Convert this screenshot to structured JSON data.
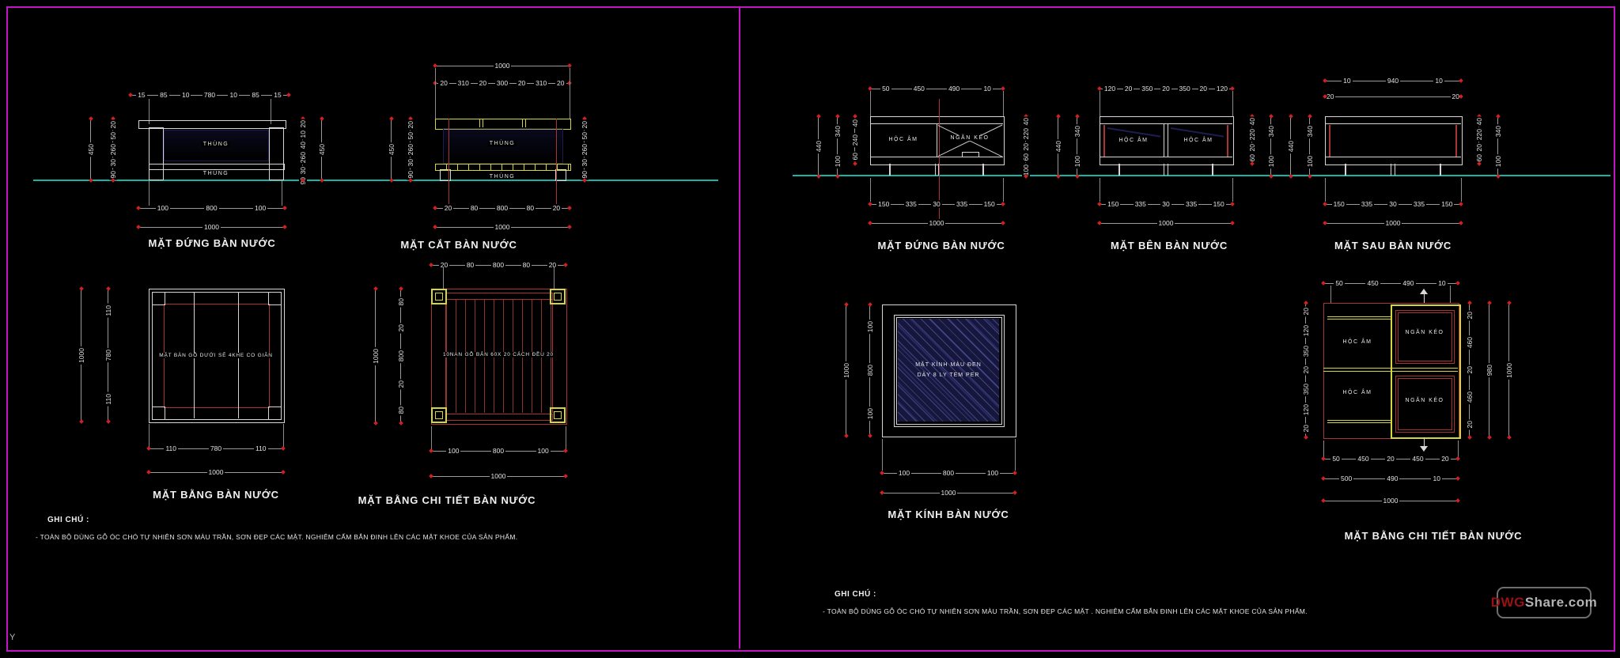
{
  "colors": {
    "sheet_border": "#c214c2",
    "ground_line": "#16b3a6",
    "highlight": "#d6d63a",
    "detail_red": "#a83434",
    "dim_tick": "#cc2222",
    "glass_navy": "#17173d"
  },
  "corner_axis": "Y",
  "watermark": {
    "part1": "DWG",
    "part2": "Share.com"
  },
  "notes_left": {
    "heading": "GHI CHÚ :",
    "body": "- TOÀN BỘ DÙNG GỖ ÓC CHÓ TỰ NHIÊN SƠN MÀU TRẦN, SƠN ĐẸP CÁC MẶT. NGHIÊM CẤM BẮN ĐINH LÊN CÁC MẶT KHOE CỦA SẢN PHẨM."
  },
  "notes_right": {
    "heading": "GHI CHÚ :",
    "body": "- TOÀN BỘ DÙNG GỖ ÓC CHÓ TỰ NHIÊN SƠN MÀU TRẦN, SƠN ĐẸP CÁC MẶT . NGHIÊM CẤM BẮN ĐINH LÊN CÁC MẶT KHOE CỦA SẢN PHẨM."
  },
  "views": {
    "l_front": {
      "title": "MẶT ĐỨNG BÀN NƯỚC",
      "box_label_1": "THÙNG",
      "box_label_2": "THÙNG",
      "dim_top": [
        "15",
        "85",
        "10",
        "780",
        "10",
        "85",
        "15"
      ],
      "dim_left_outer": [
        "450"
      ],
      "dim_left_inner": [
        "20",
        "50",
        "260",
        "30",
        "90"
      ],
      "dim_right_inner": [
        "20",
        "10",
        "40",
        "260",
        "30",
        "90"
      ],
      "dim_right_outer": [
        "450"
      ],
      "dim_bottom": [
        "100",
        "800",
        "100"
      ],
      "dim_total": [
        "1000"
      ]
    },
    "l_section": {
      "title": "MẶT CẮT BÀN NƯỚC",
      "box_label_1": "THÙNG",
      "box_label_2": "THÙNG",
      "dim_top_total": [
        "1000"
      ],
      "dim_top": [
        "20",
        "310",
        "20",
        "300",
        "20",
        "310",
        "20"
      ],
      "dim_left_outer": [
        "450"
      ],
      "dim_left_inner": [
        "20",
        "50",
        "260",
        "30",
        "90"
      ],
      "dim_right_inner": [
        "20",
        "50",
        "260",
        "30",
        "90"
      ],
      "dim_bottom": [
        "20",
        "80",
        "800",
        "80",
        "20"
      ],
      "dim_total": [
        "1000"
      ]
    },
    "l_plan": {
      "title": "MẶT BẰNG BÀN NƯỚC",
      "label": "MẶT BÀN GỖ DƯỚI SẼ 4KHE CO GIÃN",
      "dim_left_outer": [
        "1000"
      ],
      "dim_left_inner": [
        "110",
        "780",
        "110"
      ],
      "dim_bottom": [
        "110",
        "780",
        "110"
      ],
      "dim_total": [
        "1000"
      ]
    },
    "l_detail": {
      "title": "MẶT BẰNG CHI TIẾT BÀN NƯỚC",
      "label": "10NAN GỖ BẢN 60X 20 CÁCH ĐỀU 20",
      "dim_top": [
        "20",
        "80",
        "800",
        "80",
        "20"
      ],
      "dim_left_outer": [
        "1000"
      ],
      "dim_left_inner": [
        "80",
        "20",
        "800",
        "20",
        "80"
      ],
      "dim_bottom": [
        "100",
        "800",
        "100"
      ],
      "dim_total": [
        "1000"
      ]
    },
    "r_front": {
      "title": "MẶT ĐỨNG BÀN NƯỚC",
      "label_1": "HỘC ÂM",
      "label_2": "NGĂN KÉO",
      "dim_top": [
        "50",
        "450",
        "490",
        "10"
      ],
      "dim_left_outer": [
        "440"
      ],
      "dim_left_mid": [
        "340",
        "100"
      ],
      "dim_left_inner": [
        "40",
        "240",
        "60"
      ],
      "dim_right_inner": [
        "40",
        "220",
        "20",
        "60",
        "100"
      ],
      "dim_bottom": [
        "150",
        "335",
        "30",
        "335",
        "150"
      ],
      "dim_total": [
        "1000"
      ]
    },
    "r_side": {
      "title": "MẶT BÊN BÀN NƯỚC",
      "label_1": "HỘC ÂM",
      "label_2": "HỘC ÂM",
      "dim_top": [
        "120",
        "20",
        "350",
        "20",
        "350",
        "20",
        "120"
      ],
      "dim_left_outer": [
        "440"
      ],
      "dim_left_mid": [
        "340",
        "100"
      ],
      "dim_right_inner": [
        "40",
        "220",
        "20",
        "60"
      ],
      "dim_right_outer": [
        "340",
        "100"
      ],
      "dim_bottom": [
        "150",
        "335",
        "30",
        "335",
        "150"
      ],
      "dim_total": [
        "1000"
      ]
    },
    "r_back": {
      "title": "MẶT SAU BÀN NƯỚC",
      "dim_top": [
        "10",
        "940",
        "10"
      ],
      "dim_top2": [
        "20",
        "20"
      ],
      "dim_left_outer": [
        "440"
      ],
      "dim_left_mid": [
        "340",
        "100"
      ],
      "dim_right_inner": [
        "40",
        "220",
        "20",
        "60"
      ],
      "dim_right_outer": [
        "340",
        "100"
      ],
      "dim_bottom": [
        "150",
        "335",
        "30",
        "335",
        "150"
      ],
      "dim_total": [
        "1000"
      ]
    },
    "r_glass": {
      "title": "MẶT KÍNH BÀN NƯỚC",
      "label_line1": "MẶT KÍNH MÀU ĐEN",
      "label_line2": "DÀY 8 LY TEM PER",
      "dim_left_outer": [
        "1000"
      ],
      "dim_left_inner": [
        "100",
        "800",
        "100"
      ],
      "dim_bottom": [
        "100",
        "800",
        "100"
      ],
      "dim_total": [
        "1000"
      ]
    },
    "r_detail": {
      "title": "MẶT BẰNG CHI TIẾT BÀN NƯỚC",
      "label_hoc_1": "HỘC ÂM",
      "label_hoc_2": "HỘC ÂM",
      "label_keo_1": "NGĂN KÉO",
      "label_keo_2": "NGĂN KÉO",
      "dim_top": [
        "50",
        "450",
        "490",
        "10"
      ],
      "dim_left": [
        "20",
        "120",
        "350",
        "20",
        "350",
        "120",
        "20"
      ],
      "dim_right_inner": [
        "20",
        "460",
        "20",
        "460",
        "20"
      ],
      "dim_right_mid": [
        "980"
      ],
      "dim_right_outer": [
        "1000"
      ],
      "dim_bottom_1": [
        "50",
        "450",
        "20",
        "450",
        "20"
      ],
      "dim_bottom_2": [
        "500",
        "490",
        "10"
      ],
      "dim_total": [
        "1000"
      ]
    }
  }
}
